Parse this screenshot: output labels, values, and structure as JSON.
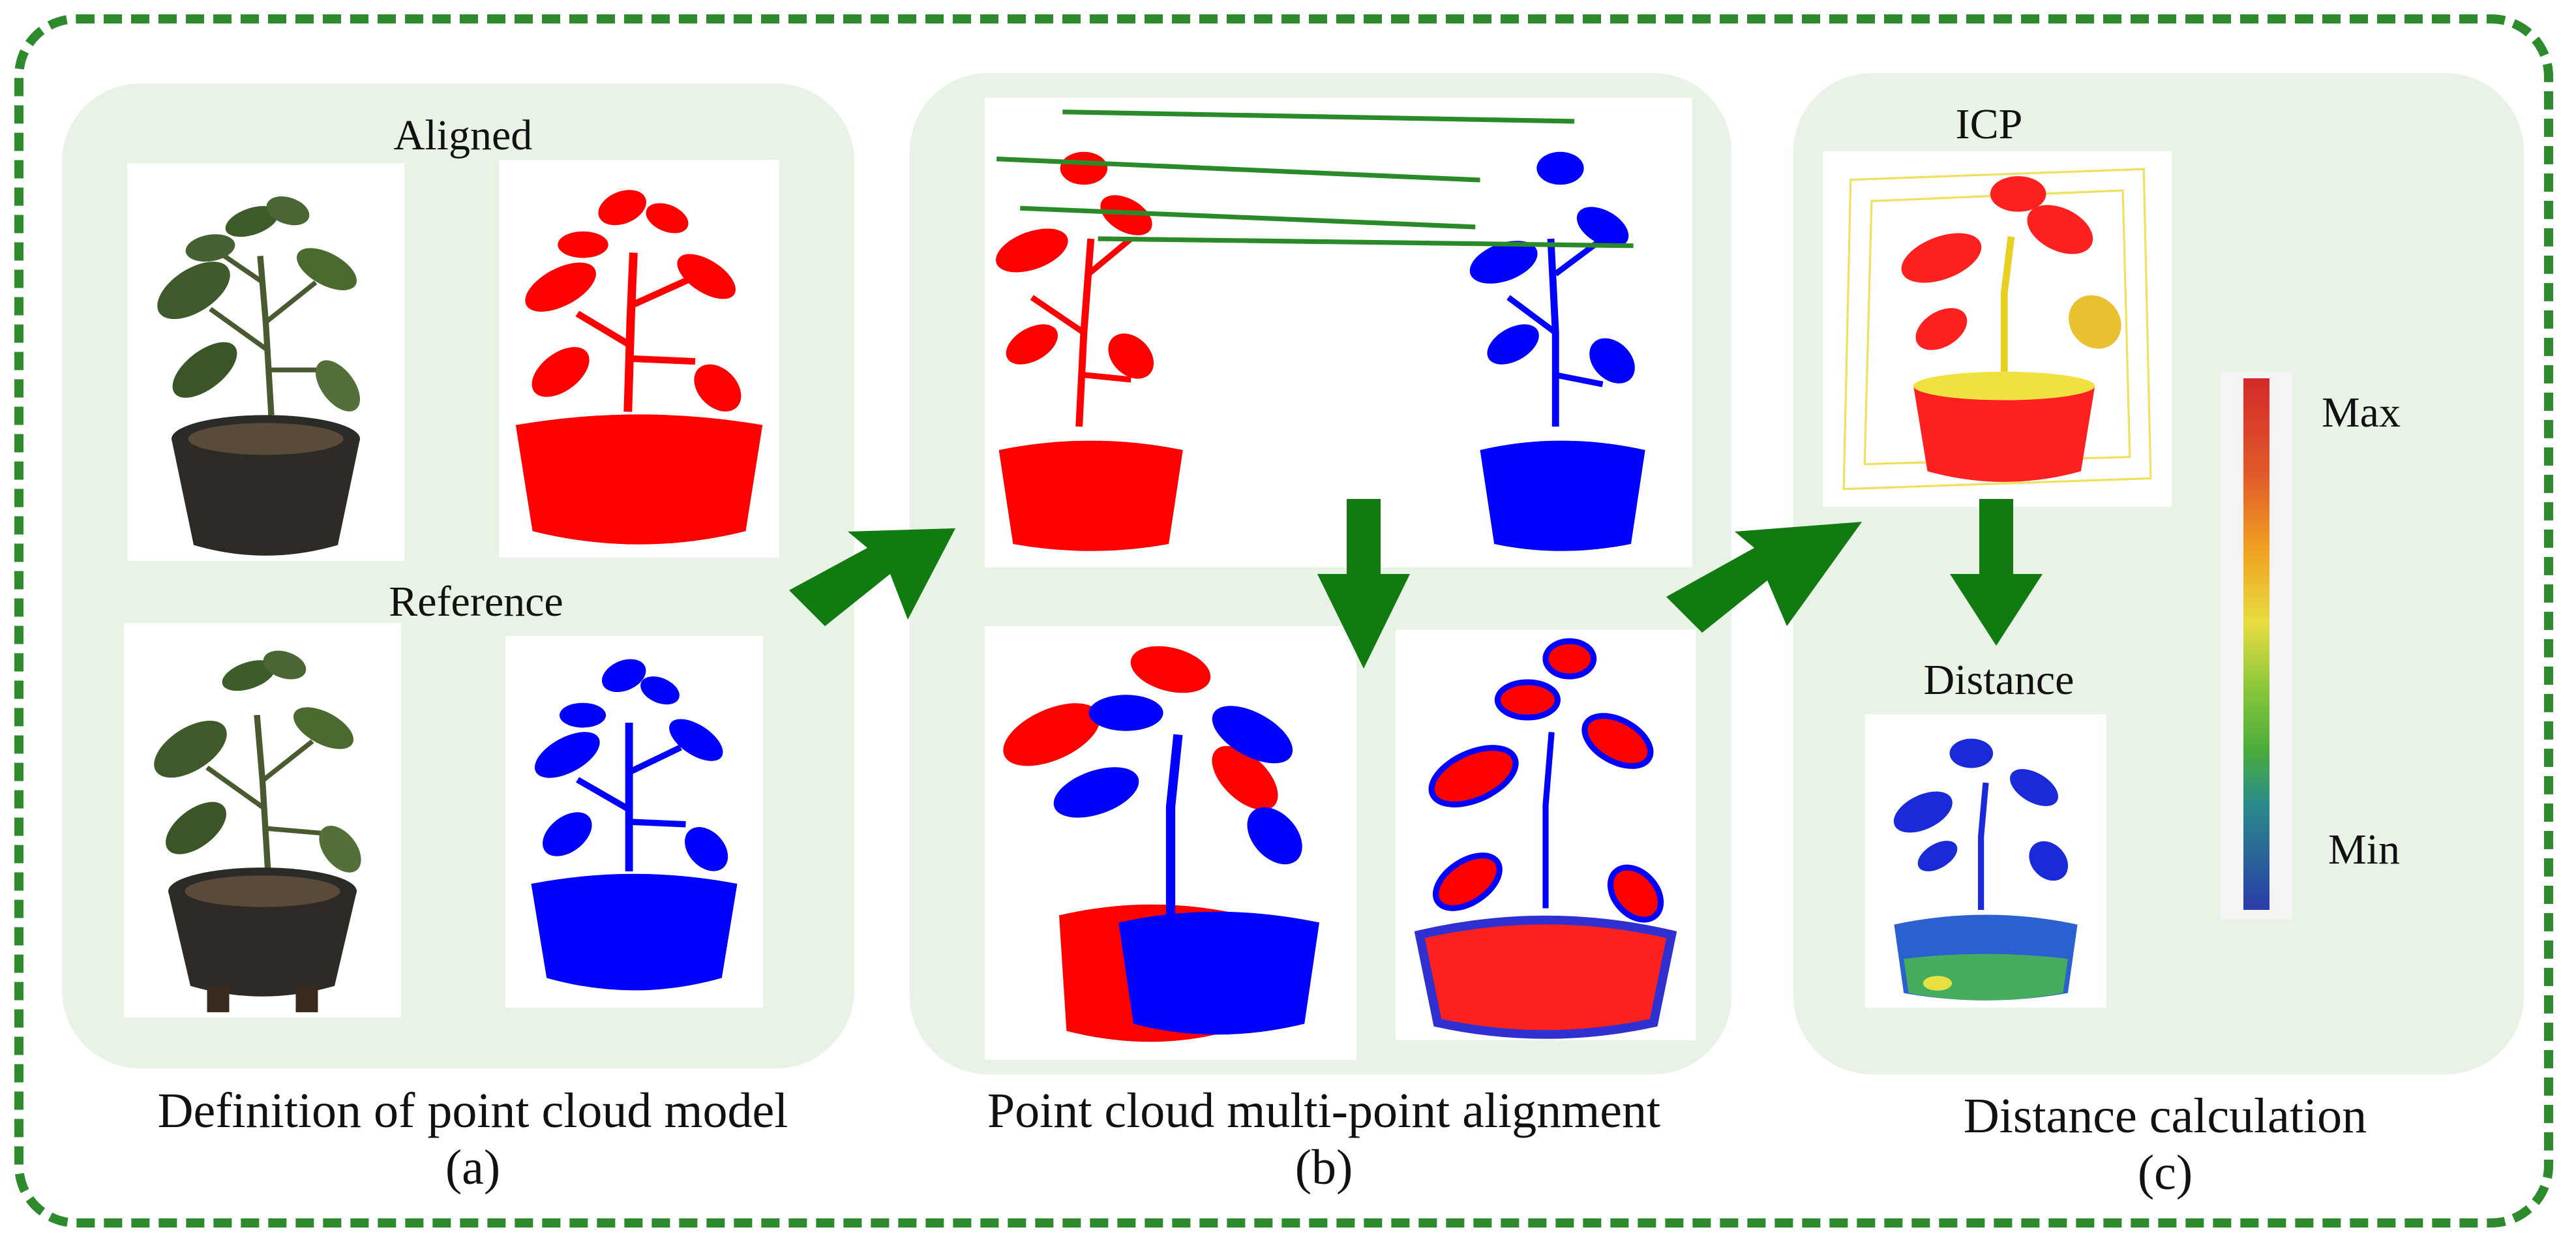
{
  "panels": {
    "a": {
      "caption": "Definition of point cloud model",
      "letter": "(a)",
      "aligned_label": "Aligned",
      "reference_label": "Reference"
    },
    "b": {
      "caption": "Point cloud multi-point alignment",
      "letter": "(b)"
    },
    "c": {
      "caption": "Distance calculation",
      "letter": "(c)",
      "icp_label": "ICP",
      "distance_label": "Distance",
      "colorbar_max": "Max",
      "colorbar_min": "Min"
    }
  },
  "colors": {
    "frame_border": "#2d8a2d",
    "panel_background": "#e8f2e5",
    "arrow": "#117a11",
    "correspondence_line": "#2a8a2a",
    "aligned_cloud": "#ff0000",
    "reference_cloud": "#0000ff",
    "colorbar_stops": [
      "#d42a2a",
      "#f0a020",
      "#e8dc40",
      "#5cbf3c",
      "#2a9a7a",
      "#2a3ca8"
    ]
  },
  "icons": {
    "plant_photo": "potted-pepper-plant-photo",
    "plant_cloud": "potted-plant-point-cloud",
    "arrow": "thick-green-arrow"
  }
}
